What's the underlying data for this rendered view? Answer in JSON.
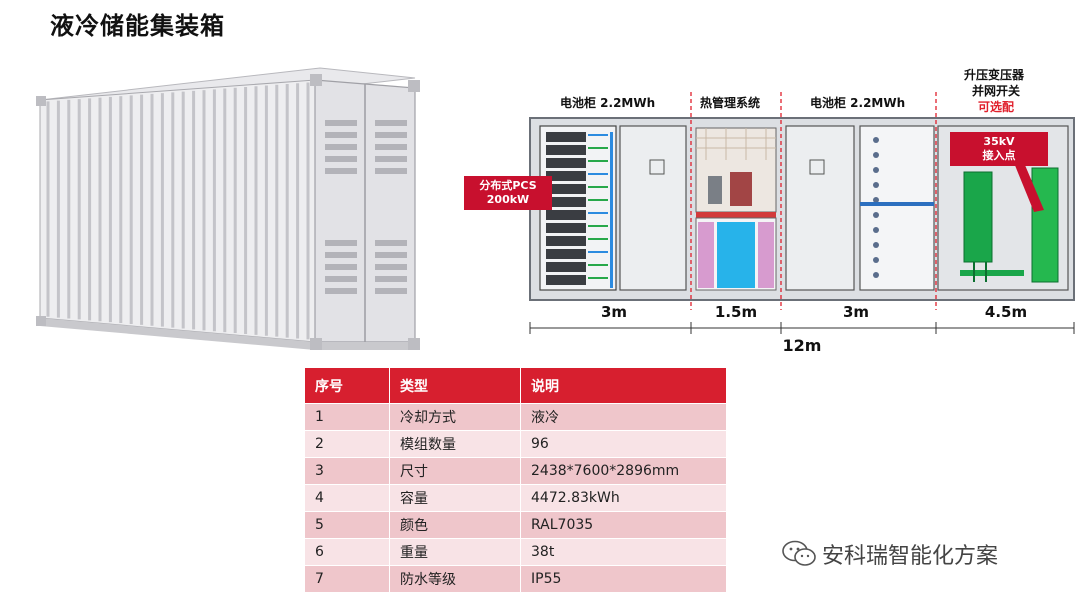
{
  "title": "液冷储能集装箱",
  "layout": {
    "sections": [
      {
        "label": "电池柜  2.2MWh"
      },
      {
        "label": "热管理系统"
      },
      {
        "label": "电池柜  2.2MWh"
      }
    ],
    "transformer_label_line1": "升压变压器",
    "transformer_label_line2": "并网开关",
    "transformer_optional": "可选配",
    "pcs_callout_line1": "分布式PCS",
    "pcs_callout_line2": "200kW",
    "kv_callout_line1": "35kV",
    "kv_callout_line2": "接入点",
    "dims": [
      "3m",
      "1.5m",
      "3m",
      "4.5m"
    ],
    "total": "12m",
    "colors": {
      "accent": "#c8102e",
      "section_divider": "#e0202c"
    }
  },
  "table": {
    "headers": [
      "序号",
      "类型",
      "说明"
    ],
    "rows": [
      [
        "1",
        "冷却方式",
        "液冷"
      ],
      [
        "2",
        "模组数量",
        "96"
      ],
      [
        "3",
        "尺寸",
        "2438*7600*2896mm"
      ],
      [
        "4",
        "容量",
        "4472.83kWh"
      ],
      [
        "5",
        "颜色",
        "RAL7035"
      ],
      [
        "6",
        "重量",
        "38t"
      ],
      [
        "7",
        "防水等级",
        "IP55"
      ]
    ]
  },
  "watermark": {
    "text": "安科瑞智能化方案",
    "icon": "wechat-icon"
  }
}
